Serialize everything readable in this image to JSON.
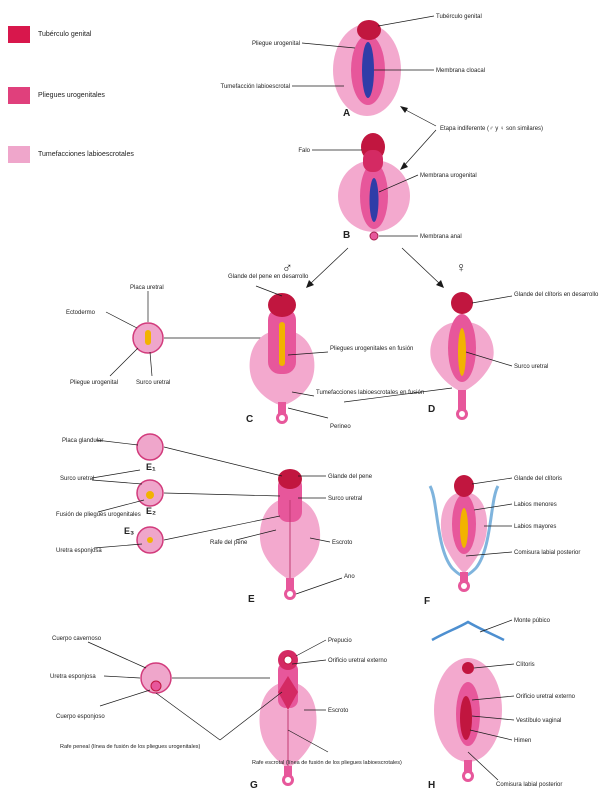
{
  "legend": [
    {
      "label": "Tubérculo genital",
      "color": "#d8174c"
    },
    {
      "label": "Pliegues urogenitales",
      "color": "#e0407c"
    },
    {
      "label": "Tumefacciones labioescrotales",
      "color": "#efa6cb"
    }
  ],
  "colors": {
    "dark": "#c1163f",
    "mid": "#e7579b",
    "light": "#f3a9ce",
    "groove": "#2f3da8",
    "yellow": "#f2b300",
    "blue": "#7fb4dd"
  },
  "stage_label": "Etapa indiferente (♂ y ♀ son similares)",
  "sex_symbols": {
    "male": "♂",
    "female": "♀"
  },
  "figures": {
    "A": {
      "letter": "A",
      "labels": [
        "Tubérculo genital",
        "Pliegue urogenital",
        "Membrana cloacal",
        "Tumefacción labioescrotal"
      ]
    },
    "B": {
      "letter": "B",
      "labels": [
        "Falo",
        "Membrana urogenital",
        "Membrana anal"
      ]
    },
    "C": {
      "letter": "C",
      "labels": [
        "Glande del pene en desarrollo",
        "Pliegues urogenitales en fusión",
        "Tumefacciones labioescrotales en fusión",
        "Perineo"
      ]
    },
    "C_section": {
      "labels": [
        "Placa uretral",
        "Ectodermo",
        "Pliegue urogenital",
        "Surco uretral"
      ]
    },
    "D": {
      "letter": "D",
      "labels": [
        "Glande del clítoris en desarrollo",
        "Surco uretral"
      ]
    },
    "E": {
      "letter": "E",
      "labels": [
        "Glande del pene",
        "Surco uretral",
        "Escroto",
        "Rafe del pene",
        "Ano"
      ]
    },
    "E_sections": {
      "labels": [
        "Placa glandular",
        "Surco uretral",
        "Fusión de pliegues urogenitales",
        "Uretra esponjosa"
      ],
      "marks": [
        "E₁",
        "E₂",
        "E₃"
      ]
    },
    "F": {
      "letter": "F",
      "labels": [
        "Glande del clítoris",
        "Labios menores",
        "Labios mayores",
        "Comisura labial posterior"
      ]
    },
    "G": {
      "letter": "G",
      "labels": [
        "Prepucio",
        "Orificio uretral externo",
        "Escroto",
        "Rafe escrotal (línea de fusión de los pliegues labioescrotales)",
        "Rafe peneal (línea de fusión de los pliegues urogenitales)"
      ]
    },
    "G_section": {
      "labels": [
        "Cuerpo cavernoso",
        "Uretra esponjosa",
        "Cuerpo esponjoso"
      ]
    },
    "H": {
      "letter": "H",
      "labels": [
        "Monte púbico",
        "Clítoris",
        "Orificio uretral externo",
        "Vestíbulo vaginal",
        "Himen",
        "Comisura labial posterior"
      ]
    }
  }
}
